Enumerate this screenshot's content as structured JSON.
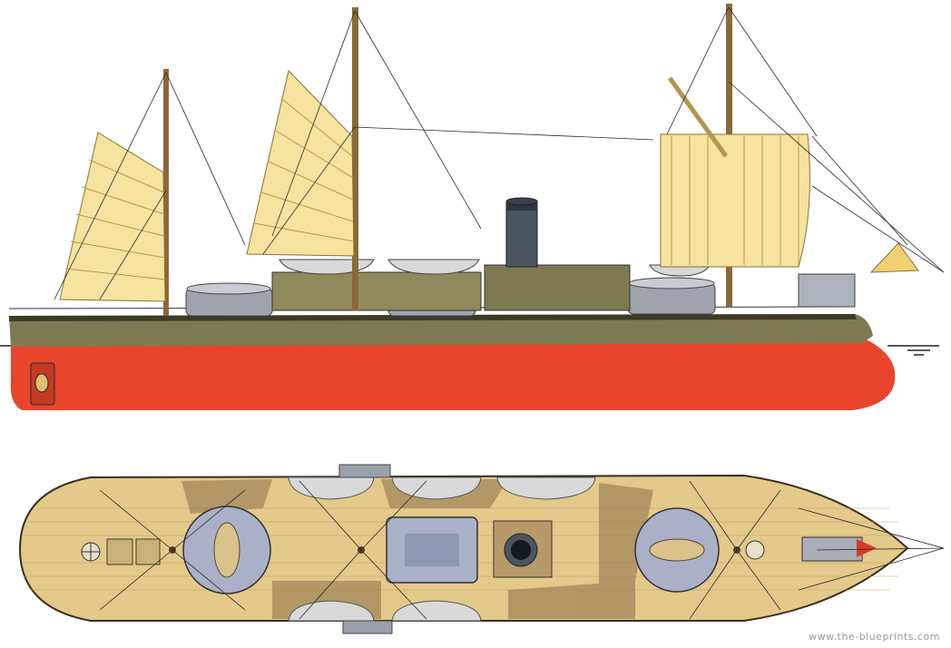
{
  "watermark": "www.the-blueprints.com",
  "figure": {
    "views": [
      "side-elevation",
      "deck-plan"
    ],
    "colors": {
      "hull_below_waterline": "#e8452c",
      "hull_upper": "#7d7a52",
      "hull_dark": "#3d3a28",
      "sail": "#f6e3a0",
      "sail_lines": "#b89a4a",
      "mast": "#8a6a3a",
      "deck_wood": "#e3c98a",
      "deck_shadow": "#8a6f4a",
      "gun_turret": "#9ea3ad",
      "turret_plan": "#a9b0c8",
      "funnel": "#4a5560",
      "boat": "#d9d9d9",
      "rigging": "#2a2a2a"
    }
  }
}
